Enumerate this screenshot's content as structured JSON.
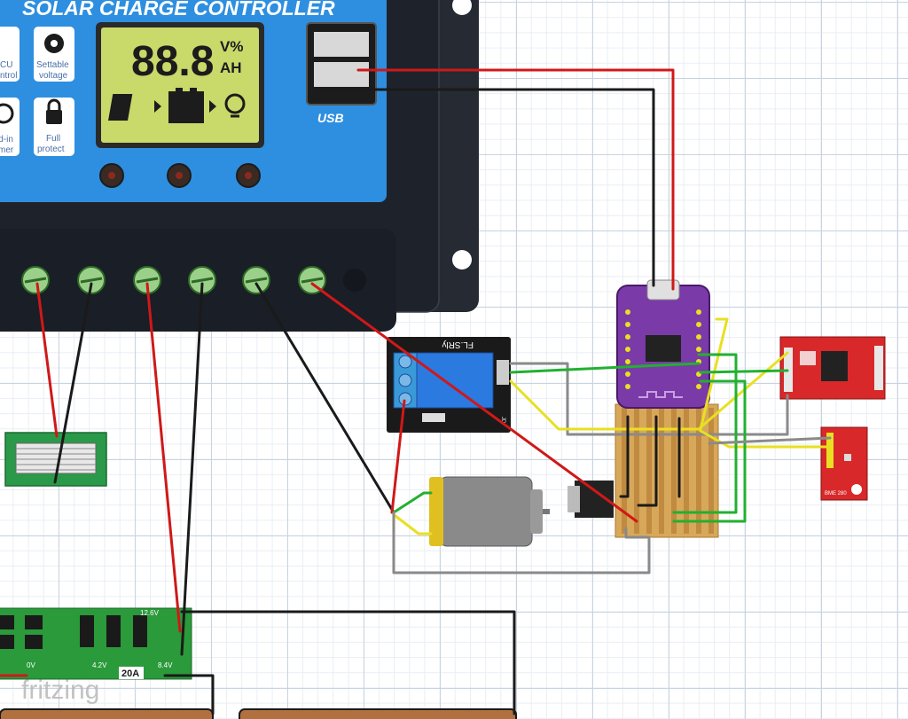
{
  "controller": {
    "title": "SOLAR CHARGE CONTROLLER",
    "lcd_digits": "88.8",
    "lcd_unit_top": "V%",
    "lcd_unit_bottom": "AH",
    "btn_mcu_label_1": "CU",
    "btn_mcu_label_2": "ntrol",
    "btn_settable_label_1": "Settable",
    "btn_settable_label_2": "voltage",
    "btn_timer_label_1": "ld-in",
    "btn_timer_label_2": "mer",
    "btn_protect_label_1": "Full",
    "btn_protect_label_2": "protect",
    "usb_label": "USB"
  },
  "relay": {
    "label": "FL.SRly",
    "pin_label": "JD"
  },
  "sensor_board": {
    "label": "BME 280"
  },
  "bms": {
    "label_top": "12.6V",
    "label_mid": "4.2V",
    "label_left": "0V",
    "label_right": "8.4V",
    "label_current": "20A"
  },
  "watermark": "fritzing",
  "colors": {
    "controller_blue": "#2e8fe0",
    "controller_black": "#1e232b",
    "wire_red": "#d01818",
    "wire_black": "#1a1a1a",
    "wire_green": "#22b030",
    "wire_yellow": "#e8e020",
    "wire_gray": "#8a8a8a",
    "mcu_purple": "#7a3aa8",
    "sensor_red": "#d8282a",
    "stripboard": "#d8a85a"
  }
}
